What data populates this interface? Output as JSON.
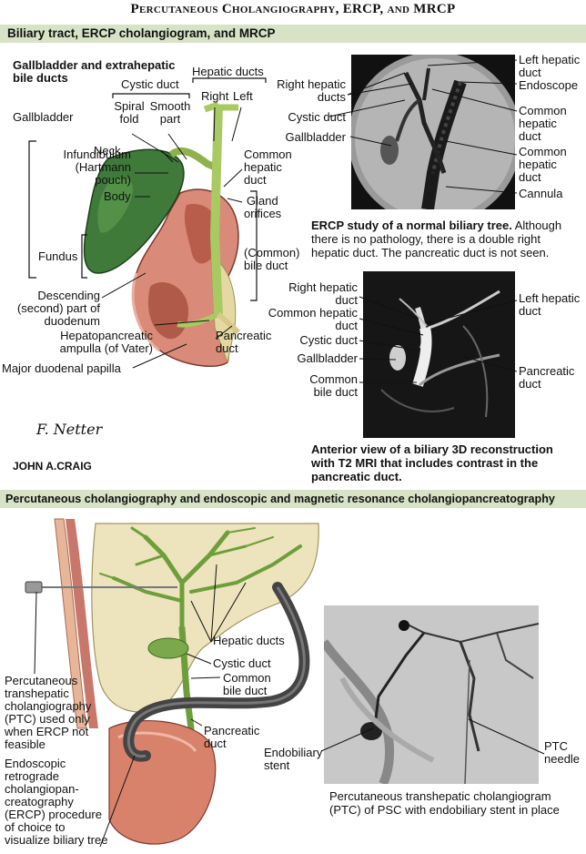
{
  "title": "Percutaneous Cholangiography, ERCP, and MRCP",
  "band1": "Biliary tract, ERCP cholangiogram, and MRCP",
  "band2": "Percutaneous cholangiography and endoscopic and magnetic resonance cholangiopancreatography",
  "anatomy": {
    "heading_line1": "Gallbladder and extrahepatic",
    "heading_line2": "bile ducts",
    "hepatic_ducts": "Hepatic ducts",
    "right": "Right",
    "left": "Left",
    "cystic_duct": "Cystic duct",
    "spiral_fold_1": "Spiral",
    "spiral_fold_2": "fold",
    "smooth_part_1": "Smooth",
    "smooth_part_2": "part",
    "gallbladder": "Gallbladder",
    "neck": "Neck",
    "infundibulum_1": "Infundibulum",
    "infundibulum_2": "(Hartmann",
    "infundibulum_3": "pouch)",
    "body": "Body",
    "fundus": "Fundus",
    "common_hepatic_1": "Common",
    "common_hepatic_2": "hepatic",
    "common_hepatic_3": "duct",
    "gland_1": "Gland",
    "gland_2": "orifices",
    "common_bile_1": "(Common)",
    "common_bile_2": "bile duct",
    "descending_1": "Descending",
    "descending_2": "(second) part of",
    "descending_3": "duodenum",
    "ampulla_1": "Hepatopancreatic",
    "ampulla_2": "ampulla (of Vater)",
    "papilla": "Major duodenal papilla",
    "pancreatic_1": "Pancreatic",
    "pancreatic_2": "duct",
    "signature_1": "F. Netter",
    "signature_2": "JOHN A.CRAIG"
  },
  "ercp": {
    "left_hepatic_1": "Left hepatic",
    "left_hepatic_2": "duct",
    "endoscope": "Endoscope",
    "right_hepatic_1": "Right hepatic",
    "right_hepatic_2": "ducts",
    "cystic_duct": "Cystic duct",
    "gallbladder": "Gallbladder",
    "common_hepatic_a1": "Common",
    "common_hepatic_a2": "hepatic",
    "common_hepatic_a3": "duct",
    "common_hepatic_b1": "Common",
    "common_hepatic_b2": "hepatic",
    "common_hepatic_b3": "duct",
    "cannula": "Cannula",
    "caption_bold": "ERCP study of a normal biliary tree.",
    "caption_rest": " Although there is no pathology, there is a double right hepatic duct. The pancreatic duct is not seen."
  },
  "mrcp": {
    "right_hepatic_1": "Right hepatic",
    "right_hepatic_2": "duct",
    "common_hepatic_1": "Common hepatic",
    "common_hepatic_2": "duct",
    "cystic_duct": "Cystic duct",
    "gallbladder": "Gallbladder",
    "common_bile_1": "Common",
    "common_bile_2": "bile duct",
    "left_hepatic_1": "Left hepatic",
    "left_hepatic_2": "duct",
    "pancreatic_1": "Pancreatic",
    "pancreatic_2": "duct",
    "caption": "Anterior view of a biliary 3D reconstruction with T2 MRI that includes contrast in the pancreatic duct."
  },
  "ptc": {
    "hepatic_ducts": "Hepatic ducts",
    "cystic_duct": "Cystic duct",
    "common_bile_1": "Common",
    "common_bile_2": "bile duct",
    "pancreatic_1": "Pancreatic",
    "pancreatic_2": "duct",
    "ptc_text_1": "Percutaneous",
    "ptc_text_2": "transhepatic",
    "ptc_text_3": "cholangiography",
    "ptc_text_4": "(PTC) used only",
    "ptc_text_5": "when ERCP not",
    "ptc_text_6": "feasible",
    "ercp_text_1": "Endoscopic",
    "ercp_text_2": "retrograde",
    "ercp_text_3": "cholangiopan-",
    "ercp_text_4": "creatography",
    "ercp_text_5": "(ERCP) procedure",
    "ercp_text_6": "of choice to",
    "ercp_text_7": "visualize biliary tree",
    "stent_1": "Endobiliary",
    "stent_2": "stent",
    "needle_1": "PTC",
    "needle_2": "needle",
    "caption": "Percutaneous transhepatic cholangiogram (PTC) of PSC with endobiliary stent in place"
  }
}
